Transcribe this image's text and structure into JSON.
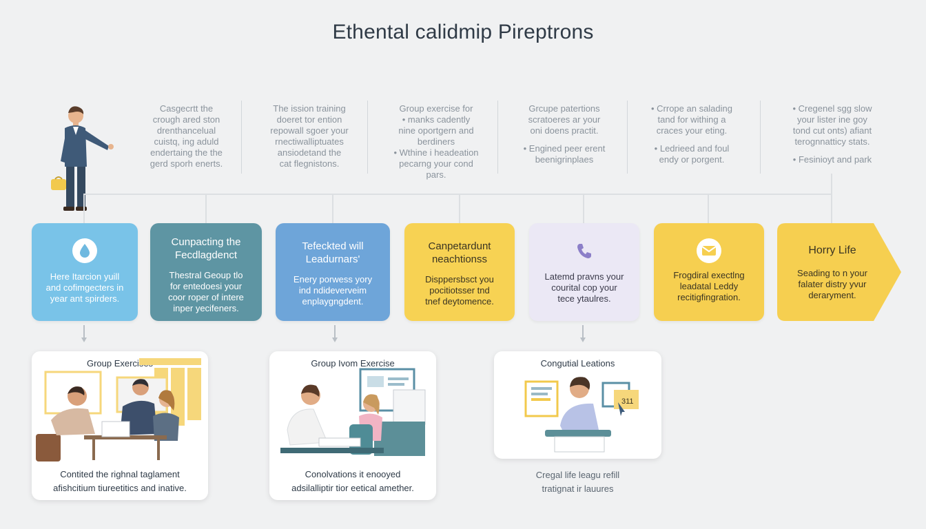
{
  "title": "Ethental calidmip Pireptrons",
  "notes": [
    {
      "lines": [
        "Casgecrtt the",
        "crough ared ston",
        "drenthancelual",
        "cuistq, ing aduld",
        "endertaing the the",
        "gerd sporh enerts."
      ]
    },
    {
      "lines": [
        "The ission training",
        "doeret tor ention",
        "repowall sgoer your",
        "rnectiwalliptuates",
        "ansiodetand the",
        "cat flegnistons."
      ]
    },
    {
      "lines": [
        "Group exercise for",
        "• manks cadently",
        "nine oportgern and",
        "berdiners",
        "• Wthine i headeation",
        "pecarng your cond",
        "pars."
      ]
    },
    {
      "lines": [
        "Grcupe patertions",
        "scratoeres ar your",
        "oni doens practit.",
        "• Engined peer erent",
        "beenigrinplaes"
      ]
    },
    {
      "lines": [
        "• Crrope an salading",
        "tand for withing a",
        "craces your eting.",
        "• Ledrieed and foul",
        "endy or porgent."
      ]
    },
    {
      "lines": [
        "• Cregenel sgg slow",
        "your lister ine goy",
        "tond cut onts) afiant",
        "terognnatticy stats.",
        "• Fesinioyt and park"
      ]
    }
  ],
  "steps": [
    {
      "title": "",
      "icon": "water-drop-icon",
      "body": [
        "Here Itarcion yuill",
        "and cofimgecters in",
        "year ant spirders."
      ]
    },
    {
      "title": "Cunpacting the Fecdlagdenct",
      "body": [
        "Thestral Geoup tlo",
        "for entedoesi your",
        "coor roper of intere",
        "inper yecifeners."
      ]
    },
    {
      "title": "Tefeckted will Leadurnars'",
      "body": [
        "Enery porwess yory",
        "ind ndideverveim",
        "enplaygngdent."
      ]
    },
    {
      "title": "Canpetardunt neachtionss",
      "body": [
        "Disppersbsct you",
        "pocitiotsser tnd",
        "tnef deytomence."
      ]
    },
    {
      "title": "",
      "icon": "phone-icon",
      "body": [
        "Latemd pravns your",
        "courital cop your",
        "tece ytaulres."
      ]
    },
    {
      "title": "",
      "icon": "mail-icon",
      "body": [
        "Frogdiral exectlng",
        "leadatal Leddy",
        "recitigfingration."
      ]
    },
    {
      "title": "Horry Life",
      "body": [
        "Seading to n your",
        "falater distry yvur",
        "deraryment."
      ]
    }
  ],
  "panels": [
    {
      "title": "Group Exercises",
      "caption": [
        "Contited the righnal taglament",
        "afishcitium tiureetitics and inative."
      ]
    },
    {
      "title": "Group Ivom Exercise",
      "caption": [
        "Conolvations it enooyed",
        "adsilalliptir tior eetical amether."
      ]
    },
    {
      "title": "Congutial Leations",
      "caption": [
        "Cregal life leagu refill",
        "tratignat ir lauures"
      ],
      "screen_label": "311"
    }
  ],
  "colors": {
    "blue": "#79c3e8",
    "teal": "#5e95a3",
    "sky": "#6ea5d9",
    "yellow": "#f7d253",
    "lavender": "#ebe8f5",
    "gold": "#f6cf50"
  }
}
